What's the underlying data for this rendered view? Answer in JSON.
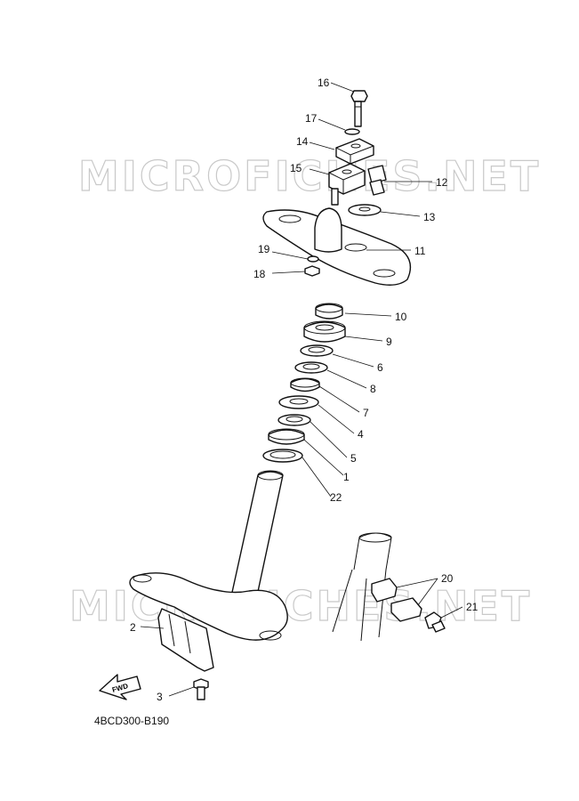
{
  "watermark": "MICROFICHES.NET",
  "diagram_code": "4BCD300-B190",
  "fwd_label": "FWD",
  "callouts": [
    "16",
    "17",
    "14",
    "15",
    "12",
    "13",
    "11",
    "19",
    "18",
    "10",
    "9",
    "6",
    "8",
    "7",
    "4",
    "5",
    "1",
    "22",
    "20",
    "21",
    "2",
    "3"
  ]
}
